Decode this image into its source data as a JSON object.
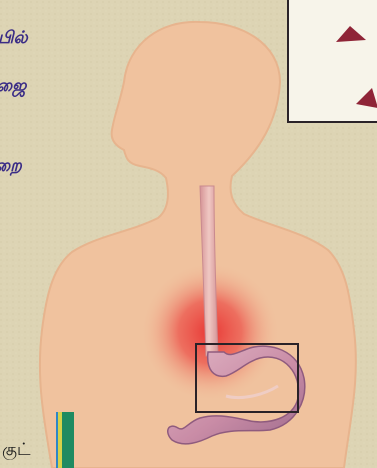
{
  "image": {
    "description_tags": [
      "human-silhouette",
      "esophagus",
      "stomach",
      "heartburn-glow",
      "highlight-box"
    ],
    "colors": {
      "paper": "#ddd4b4",
      "body": "#f0c29e",
      "body_outline": "#e9b690",
      "glow": "#e83a38",
      "esophagus": "#dfa3a6",
      "stomach": "#c98ca6",
      "box_stroke": "#2a2228",
      "text_blue": "#3a2c86"
    }
  },
  "text_fragments": {
    "left_line_1": "பில்",
    "left_line_2": "ஜை",
    "left_line_3": "றை",
    "bottom_left": "குட்"
  }
}
